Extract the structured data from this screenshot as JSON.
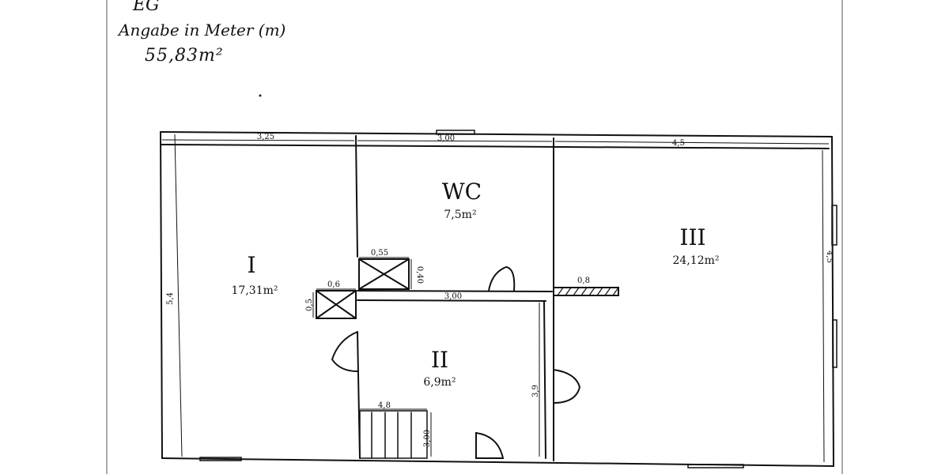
{
  "header": {
    "floor": "EG",
    "unit_note": "Angabe in Meter (m)",
    "total_area": "55,83m²"
  },
  "rooms": [
    {
      "name": "I",
      "area": "17,31m²"
    },
    {
      "name": "WC",
      "area": "7,5m²"
    },
    {
      "name": "III",
      "area": "24,12m²"
    },
    {
      "name": "II",
      "area": "6,9m²"
    }
  ],
  "dimensions": {
    "top_left": "3,25",
    "top_middle": "3,00",
    "top_right": "4,5",
    "left_height": "5,4",
    "right_height": "4,5",
    "shaft_upper_width": "0,55",
    "shaft_upper_height": "0,40",
    "shaft_lower_width": "0,6",
    "shaft_lower_height": "0,5",
    "inner_wall_width": "3,00",
    "stub_wall": "0,8",
    "room2_height": "3,9",
    "stairs_width": "4,8",
    "stairs_height": "3,00"
  }
}
